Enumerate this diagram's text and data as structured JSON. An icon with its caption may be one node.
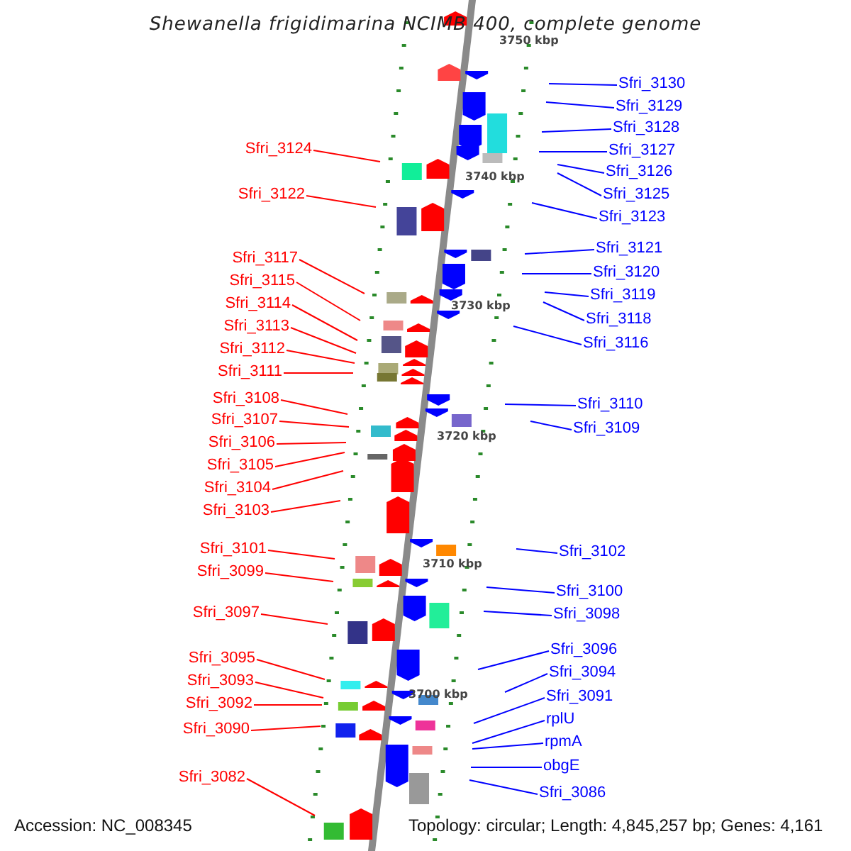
{
  "diagram": {
    "title": "Shewanella frigidimarina NCIMB 400, complete genome",
    "nodes": [
      {
        "text": [
          "Sfri_3124"
        ]
      },
      {
        "text": [
          "Sfri_3122"
        ]
      },
      {
        "text": [
          "Sfri_3117"
        ]
      },
      {
        "text": [
          "Sfri_3115"
        ]
      },
      {
        "text": [
          "Sfri_3114"
        ]
      },
      {
        "text": [
          "Sfri_3113"
        ]
      },
      {
        "text": [
          "Sfri_3112"
        ]
      },
      {
        "text": [
          "Sfri_3111"
        ]
      },
      {
        "text": [
          "Sfri_3108"
        ]
      },
      {
        "text": [
          "Sfri_3107"
        ]
      },
      {
        "text": [
          "Sfri_3106"
        ]
      },
      {
        "text": [
          "Sfri_3105"
        ]
      },
      {
        "text": [
          "Sfri_3104"
        ]
      },
      {
        "text": [
          "Sfri_3103"
        ]
      },
      {
        "text": [
          "Sfri_3101"
        ]
      },
      {
        "text": [
          "Sfri_3099"
        ]
      },
      {
        "text": [
          "Sfri_3097"
        ]
      },
      {
        "text": [
          "Sfri_3095"
        ]
      },
      {
        "text": [
          "Sfri_3093"
        ]
      },
      {
        "text": [
          "Sfri_3092"
        ]
      },
      {
        "text": [
          "Sfri_3090"
        ]
      },
      {
        "text": [
          "Sfri_3082"
        ]
      },
      {
        "text": [
          "Sfri_3130"
        ]
      },
      {
        "text": [
          "Sfri_3129"
        ]
      },
      {
        "text": [
          "Sfri_3128"
        ]
      },
      {
        "text": [
          "Sfri_3127"
        ]
      },
      {
        "text": [
          "Sfri_3126"
        ]
      },
      {
        "text": [
          "Sfri_3125"
        ]
      },
      {
        "text": [
          "Sfri_3123"
        ]
      },
      {
        "text": [
          "Sfri_3121"
        ]
      },
      {
        "text": [
          "Sfri_3120"
        ]
      },
      {
        "text": [
          "Sfri_3119"
        ]
      },
      {
        "text": [
          "Sfri_3118"
        ]
      },
      {
        "text": [
          "Sfri_3116"
        ]
      },
      {
        "text": [
          "Sfri_3110"
        ]
      },
      {
        "text": [
          "Sfri_3109"
        ]
      },
      {
        "text": [
          "Sfri_3102"
        ]
      },
      {
        "text": [
          "Sfri_3100"
        ]
      },
      {
        "text": [
          "Sfri_3098"
        ]
      },
      {
        "text": [
          "Sfri_3096"
        ]
      },
      {
        "text": [
          "Sfri_3094"
        ]
      },
      {
        "text": [
          "Sfri_3091"
        ]
      },
      {
        "text": [
          "rplU"
        ]
      },
      {
        "text": [
          "rpmA"
        ]
      },
      {
        "text": [
          "obgE"
        ]
      },
      {
        "text": [
          "Sfri_3086"
        ]
      }
    ],
    "edges": [
      {
        "from": 0,
        "to": null,
        "arrow": "none",
        "color": "#ff0000"
      },
      {
        "from": 1,
        "to": null,
        "arrow": "none",
        "color": "#ff0000"
      },
      {
        "from": 2,
        "to": null,
        "arrow": "none",
        "color": "#ff0000"
      },
      {
        "from": 3,
        "to": null,
        "arrow": "none",
        "color": "#ff0000"
      },
      {
        "from": 4,
        "to": null,
        "arrow": "none",
        "color": "#ff0000"
      },
      {
        "from": 5,
        "to": null,
        "arrow": "none",
        "color": "#ff0000"
      },
      {
        "from": 6,
        "to": null,
        "arrow": "none",
        "color": "#ff0000"
      },
      {
        "from": 7,
        "to": null,
        "arrow": "none",
        "color": "#ff0000"
      },
      {
        "from": 8,
        "to": null,
        "arrow": "none",
        "color": "#ff0000"
      },
      {
        "from": 9,
        "to": null,
        "arrow": "none",
        "color": "#ff0000"
      },
      {
        "from": 10,
        "to": null,
        "arrow": "none",
        "color": "#ff0000"
      },
      {
        "from": 11,
        "to": null,
        "arrow": "none",
        "color": "#ff0000"
      },
      {
        "from": 12,
        "to": null,
        "arrow": "none",
        "color": "#ff0000"
      },
      {
        "from": 13,
        "to": null,
        "arrow": "none",
        "color": "#ff0000"
      },
      {
        "from": 14,
        "to": null,
        "arrow": "none",
        "color": "#ff0000"
      },
      {
        "from": 15,
        "to": null,
        "arrow": "none",
        "color": "#ff0000"
      },
      {
        "from": 16,
        "to": null,
        "arrow": "none",
        "color": "#ff0000"
      },
      {
        "from": 17,
        "to": null,
        "arrow": "none",
        "color": "#ff0000"
      },
      {
        "from": 18,
        "to": null,
        "arrow": "none",
        "color": "#ff0000"
      },
      {
        "from": 19,
        "to": null,
        "arrow": "none",
        "color": "#ff0000"
      },
      {
        "from": 20,
        "to": null,
        "arrow": "none",
        "color": "#ff0000"
      },
      {
        "from": 21,
        "to": null,
        "arrow": "none",
        "color": "#ff0000"
      },
      {
        "from": 22,
        "to": null,
        "arrow": "none"
      },
      {
        "from": 23,
        "to": null,
        "arrow": "none"
      },
      {
        "from": 24,
        "to": null,
        "arrow": "none"
      },
      {
        "from": 25,
        "to": null,
        "arrow": "none"
      },
      {
        "from": 26,
        "to": null,
        "arrow": "none"
      },
      {
        "from": 27,
        "to": null,
        "arrow": "none"
      },
      {
        "from": 28,
        "to": null,
        "arrow": "none"
      },
      {
        "from": 29,
        "to": null,
        "arrow": "none"
      },
      {
        "from": 30,
        "to": null,
        "arrow": "none"
      },
      {
        "from": 31,
        "to": null,
        "arrow": "none"
      },
      {
        "from": 32,
        "to": null,
        "arrow": "none"
      },
      {
        "from": 33,
        "to": null,
        "arrow": "none"
      },
      {
        "from": 34,
        "to": null,
        "arrow": "none"
      },
      {
        "from": 35,
        "to": null,
        "arrow": "none"
      },
      {
        "from": 36,
        "to": null,
        "arrow": "none"
      },
      {
        "from": 37,
        "to": null,
        "arrow": "none"
      },
      {
        "from": 38,
        "to": null,
        "arrow": "none"
      },
      {
        "from": 39,
        "to": null,
        "arrow": "none"
      },
      {
        "from": 40,
        "to": null,
        "arrow": "none"
      },
      {
        "from": 41,
        "to": null,
        "arrow": "none"
      },
      {
        "from": 42,
        "to": null,
        "arrow": "none"
      },
      {
        "from": 43,
        "to": null,
        "arrow": "none"
      },
      {
        "from": 44,
        "to": null,
        "arrow": "none"
      },
      {
        "from": 45,
        "to": null,
        "arrow": "none"
      }
    ],
    "labels": [
      "3750 kbp",
      "3740 kbp",
      "3730 kbp",
      "3720 kbp",
      "3710 kbp",
      "3700 kbp",
      "Accession: NC_008345",
      "Topology: circular; Length: 4,845,257 bp; Genes: 4,161"
    ]
  }
}
